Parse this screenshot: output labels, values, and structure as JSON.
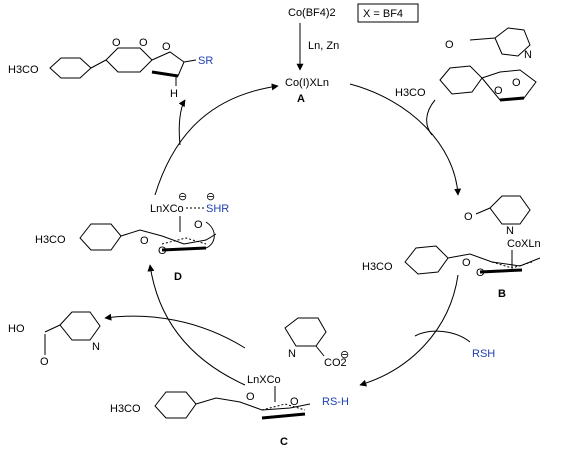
{
  "top": {
    "precatalyst": "Co(BF4)2",
    "x_def": "X = BF4",
    "reagents": "Ln, Zn",
    "cat_a": "Co(I)XLn"
  },
  "labels": {
    "A": "A",
    "B": "B",
    "C": "C",
    "D": "D"
  },
  "groups": {
    "pmp": "H3CO",
    "sr": "SR",
    "h": "H",
    "coxln": "CoXLn",
    "lnxco": "LnXCo",
    "shr": "SHR",
    "rsh": "RSH",
    "rs_h": "RS-H",
    "co2": "CO2",
    "n": "N",
    "o": "O",
    "ho": "HO",
    "minus": "⊖"
  },
  "colors": {
    "ink": "#000000",
    "blue": "#1f3fb0"
  }
}
